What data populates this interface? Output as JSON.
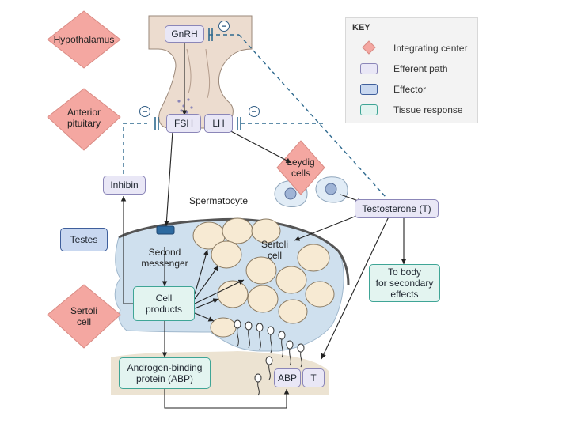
{
  "key": {
    "title": "KEY",
    "items": [
      {
        "label": "Integrating center",
        "kind": "integrating",
        "color": "#f4a7a1"
      },
      {
        "label": "Efferent path",
        "kind": "efferent",
        "color": "#e9e7f6"
      },
      {
        "label": "Effector",
        "kind": "effector",
        "color": "#c9d8f0"
      },
      {
        "label": "Tissue response",
        "kind": "tissue",
        "color": "#e3f4f0"
      }
    ]
  },
  "integrating_centers": {
    "hypothalamus": "Hypothalamus",
    "anterior_pituitary": [
      "Anterior",
      "pituitary"
    ],
    "leydig": [
      "Leydig",
      "cells"
    ],
    "sertoli": [
      "Sertoli",
      "cell"
    ]
  },
  "efferent": {
    "gnrh": "GnRH",
    "fsh": "FSH",
    "lh": "LH",
    "inhibin": "Inhibin",
    "testosterone": "Testosterone (T)",
    "abp": "ABP",
    "t": "T"
  },
  "effector": {
    "testes": "Testes"
  },
  "tissue_response": {
    "cell_products": [
      "Cell",
      "products"
    ],
    "androgen_binding": [
      "Androgen-binding",
      "protein (ABP)"
    ],
    "to_body": [
      "To body",
      "for secondary",
      "effects"
    ]
  },
  "labels": {
    "spermatocyte": "Spermatocyte",
    "sertoli_cell": [
      "Sertoli",
      "cell"
    ],
    "second_messenger": [
      "Second",
      "messenger"
    ]
  },
  "inhibition_symbol": "−",
  "colors": {
    "integrating": "#f4a7a1",
    "tissue_bg": "#cfe0ee",
    "brain_tissue": "#ecdccf",
    "dashed": "#2f6a8f"
  }
}
